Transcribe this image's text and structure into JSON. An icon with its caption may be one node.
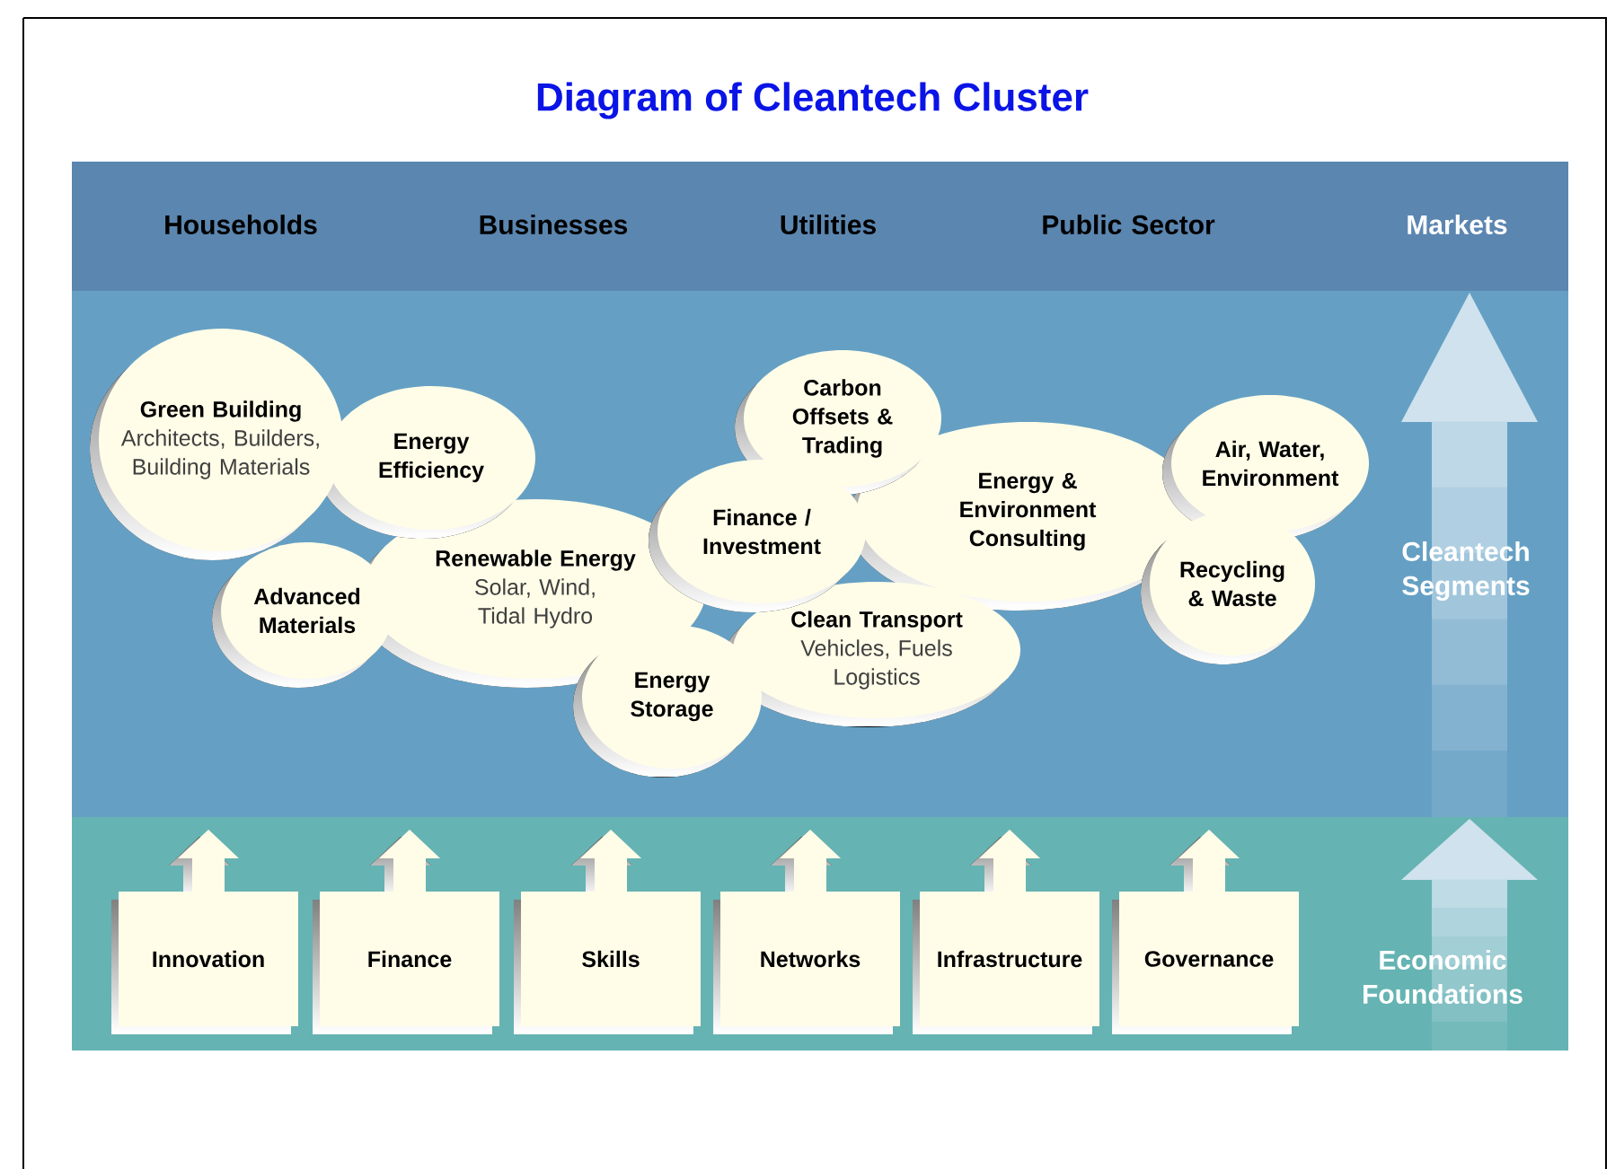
{
  "diagram": {
    "title": "Diagram of Cleantech Cluster",
    "nodes": [
      {
        "text": [
          "Green Building",
          "Architects, Builders, Building Materials"
        ]
      },
      {
        "text": [
          "Energy Efficiency"
        ]
      },
      {
        "text": [
          "Renewable Energy",
          "Solar, Wind, Tidal Hydro"
        ]
      },
      {
        "text": [
          "Advanced Materials"
        ]
      },
      {
        "text": [
          "Carbon Offsets & Trading"
        ]
      },
      {
        "text": [
          "Finance / Investment"
        ]
      },
      {
        "text": [
          "Energy & Environment Consulting"
        ]
      },
      {
        "text": [
          "Clean Transport",
          "Vehicles, Fuels Logistics"
        ]
      },
      {
        "text": [
          "Energy Storage"
        ]
      },
      {
        "text": [
          "Air, Water, Environment"
        ]
      },
      {
        "text": [
          "Recycling & Waste"
        ]
      },
      {
        "text": [
          "Innovation"
        ]
      },
      {
        "text": [
          "Finance"
        ]
      },
      {
        "text": [
          "Skills"
        ]
      },
      {
        "text": [
          "Networks"
        ]
      },
      {
        "text": [
          "Infrastructure"
        ]
      },
      {
        "text": [
          "Governance"
        ]
      }
    ],
    "labels": [
      "Households",
      "Businesses",
      "Utilities",
      "Public Sector",
      "Markets",
      "Cleantech Segments",
      "Economic Foundations"
    ]
  }
}
